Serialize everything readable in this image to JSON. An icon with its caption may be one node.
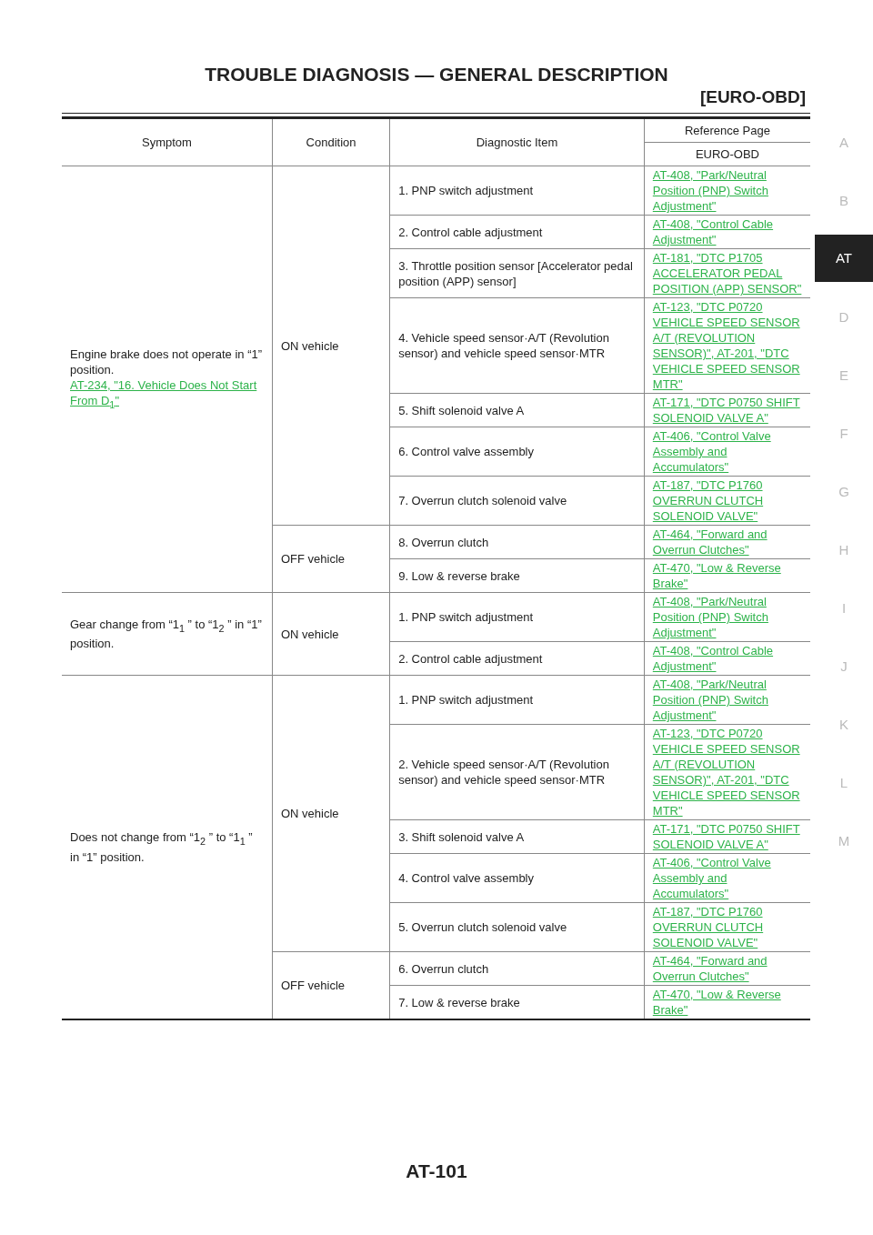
{
  "diagram": {
    "title": "TROUBLE DIAGNOSIS — GENERAL DESCRIPTION",
    "labels": [
      "[EURO-OBD]",
      "Symptom",
      "Condition",
      "Diagnostic Item",
      "Reference Page",
      "EURO-OBD",
      "Engine brake does not operate in “1” position.",
      "AT-234, \"16. Vehicle Does Not Start From D$_{1}$\"",
      "ON vehicle",
      "1. PNP switch adjustment",
      "AT-408, \"Park/Neutral Position (PNP) Switch Adjustment\"",
      "2. Control cable adjustment",
      "AT-408, \"Control Cable Adjustment\"",
      "3. Throttle position sensor [Accelerator pedal position (APP) sensor]",
      "AT-181, \"DTC P1705 ACCELERATOR PEDAL POSITION (APP) SENSOR\"",
      "4. Vehicle speed sensor·A/T (Revolution sensor) and vehicle speed sensor·MTR",
      "AT-123, \"DTC P0720 VEHICLE SPEED SENSOR A/T (REVOLUTION SENSOR)\", AT-201, \"DTC VEHICLE SPEED SENSOR MTR\"",
      "5. Shift solenoid valve A",
      "AT-171, \"DTC P0750 SHIFT SOLENOID VALVE A\"",
      "6. Control valve assembly",
      "AT-406, \"Control Valve Assembly and Accumulators\"",
      "7. Overrun clutch solenoid valve",
      "AT-187, \"DTC P1760 OVERRUN CLUTCH SOLENOID VALVE\"",
      "OFF vehicle",
      "8. Overrun clutch",
      "AT-464, \"Forward and Overrun Clutches\"",
      "9. Low & reverse brake",
      "AT-470, \"Low & Reverse Brake\"",
      "Gear change from “1$_{1}$ ” to “1$_{2}$ ” in “1” position.",
      "ON vehicle",
      "1. PNP switch adjustment",
      "AT-408, \"Park/Neutral Position (PNP) Switch Adjustment\"",
      "2. Control cable adjustment",
      "AT-408, \"Control Cable Adjustment\"",
      "Does not change from “1$_{2}$ ” to “1$_{1}$ ” in “1” position.",
      "ON vehicle",
      "1. PNP switch adjustment",
      "AT-408, \"Park/Neutral Position (PNP) Switch Adjustment\"",
      "2. Vehicle speed sensor·A/T (Revolution sensor) and vehicle speed sensor·MTR",
      "AT-123, \"DTC P0720 VEHICLE SPEED SENSOR A/T (REVOLUTION SENSOR)\", AT-201, \"DTC VEHICLE SPEED SENSOR MTR\"",
      "3. Shift solenoid valve A",
      "AT-171, \"DTC P0750 SHIFT SOLENOID VALVE A\"",
      "4. Control valve assembly",
      "AT-406, \"Control Valve Assembly and Accumulators\"",
      "5. Overrun clutch solenoid valve",
      "AT-187, \"DTC P1760 OVERRUN CLUTCH SOLENOID VALVE\"",
      "OFF vehicle",
      "6. Overrun clutch",
      "AT-464, \"Forward and Overrun Clutches\"",
      "7. Low & reverse brake",
      "AT-470, \"Low & Reverse Brake\"",
      "AT-101",
      "A",
      "B",
      "AT",
      "D",
      "E",
      "F",
      "G",
      "H",
      "I",
      "J",
      "K",
      "L",
      "M"
    ]
  }
}
